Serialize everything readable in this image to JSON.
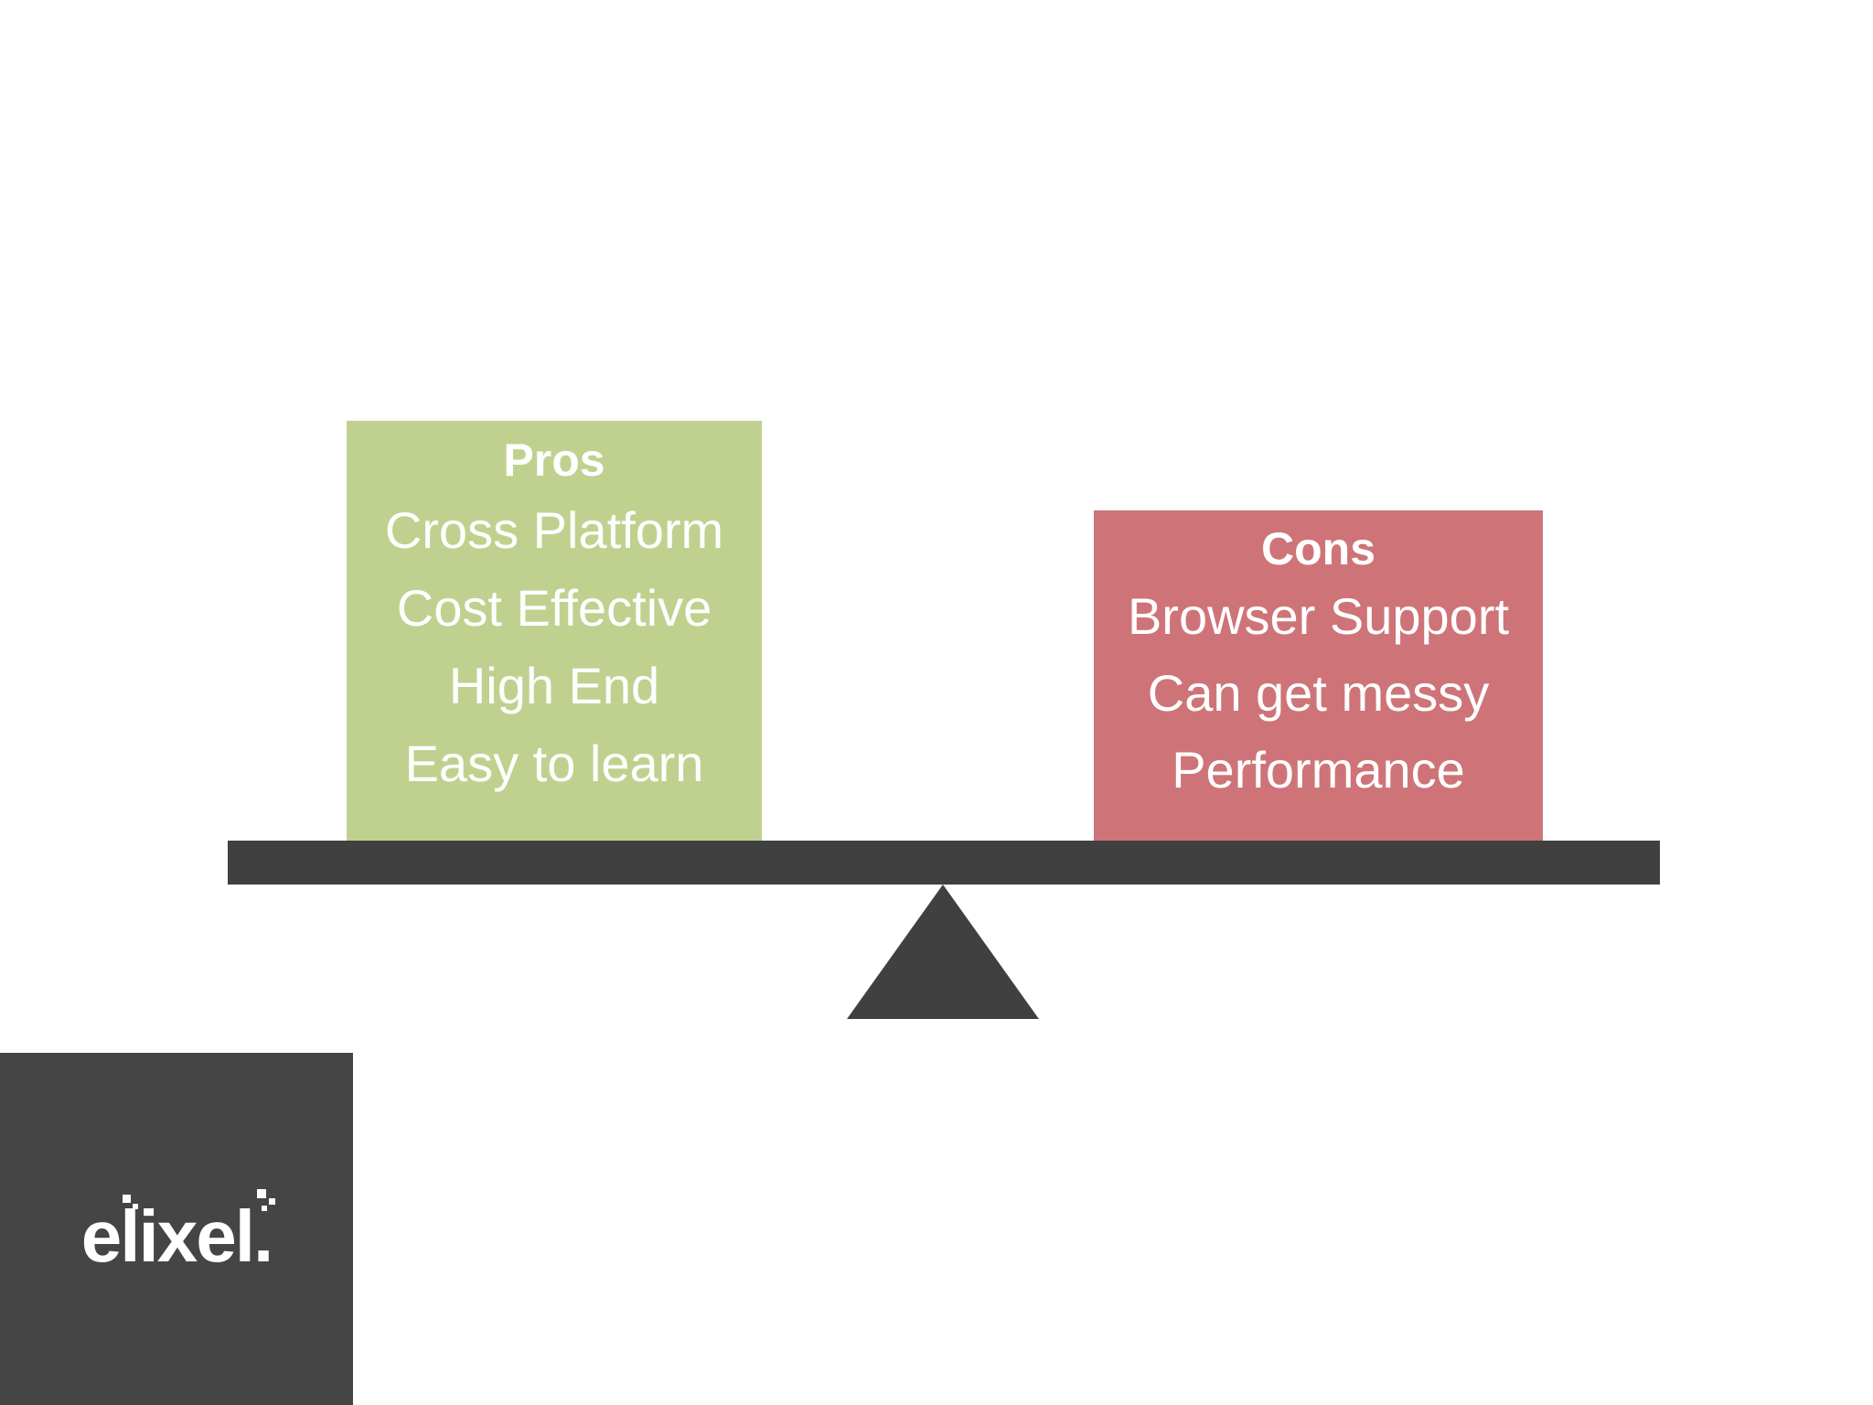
{
  "slide": {
    "background_color": "#ffffff",
    "dark_color": "#404040"
  },
  "pros": {
    "title": "Pros",
    "color": "#c0d18f",
    "items": [
      "Cross Platform",
      "Cost Effective",
      "High End",
      "Easy to learn"
    ]
  },
  "cons": {
    "title": "Cons",
    "color": "#ce7478",
    "items": [
      "Browser Support",
      "Can get messy",
      "Performance"
    ]
  },
  "balance": {
    "beam_label": "balance-beam",
    "fulcrum_label": "balance-fulcrum"
  },
  "logo": {
    "wordmark": "elixel.",
    "background_color": "#454545",
    "text_color": "#ffffff"
  }
}
